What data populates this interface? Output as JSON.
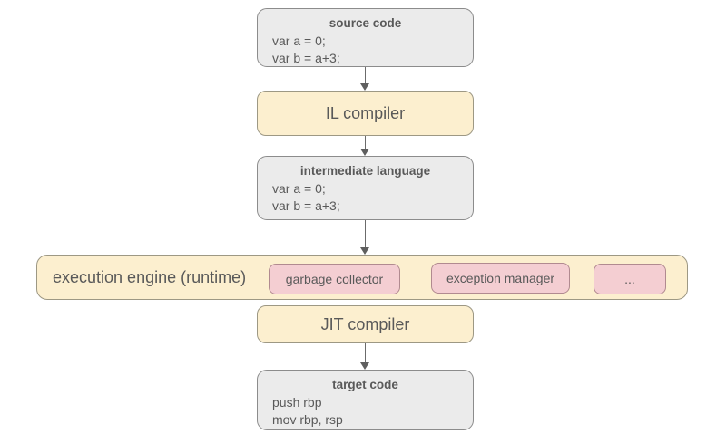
{
  "diagram": {
    "nodes": {
      "source": {
        "title": "source code",
        "lines": [
          "var a = 0;",
          "var b = a+3;"
        ]
      },
      "il_compiler": {
        "label": "IL compiler"
      },
      "intermediate": {
        "title": "intermediate language",
        "lines": [
          "var a = 0;",
          "var b = a+3;"
        ]
      },
      "engine": {
        "label": "execution engine (runtime)",
        "components": [
          "garbage collector",
          "exception manager",
          "..."
        ]
      },
      "jit_compiler": {
        "label": "JIT compiler"
      },
      "target": {
        "title": "target code",
        "lines": [
          "push rbp",
          "mov rbp, rsp"
        ]
      }
    },
    "colors": {
      "gray_fill": "#ebebeb",
      "gray_border": "#8c8c8c",
      "yellow_fill": "#fcefcf",
      "yellow_border": "#9d9884",
      "pink_fill": "#f4ced2",
      "pink_border": "#b18a90",
      "text": "#595959",
      "arrow": "#5f5f5f",
      "background": "#ffffff"
    }
  }
}
